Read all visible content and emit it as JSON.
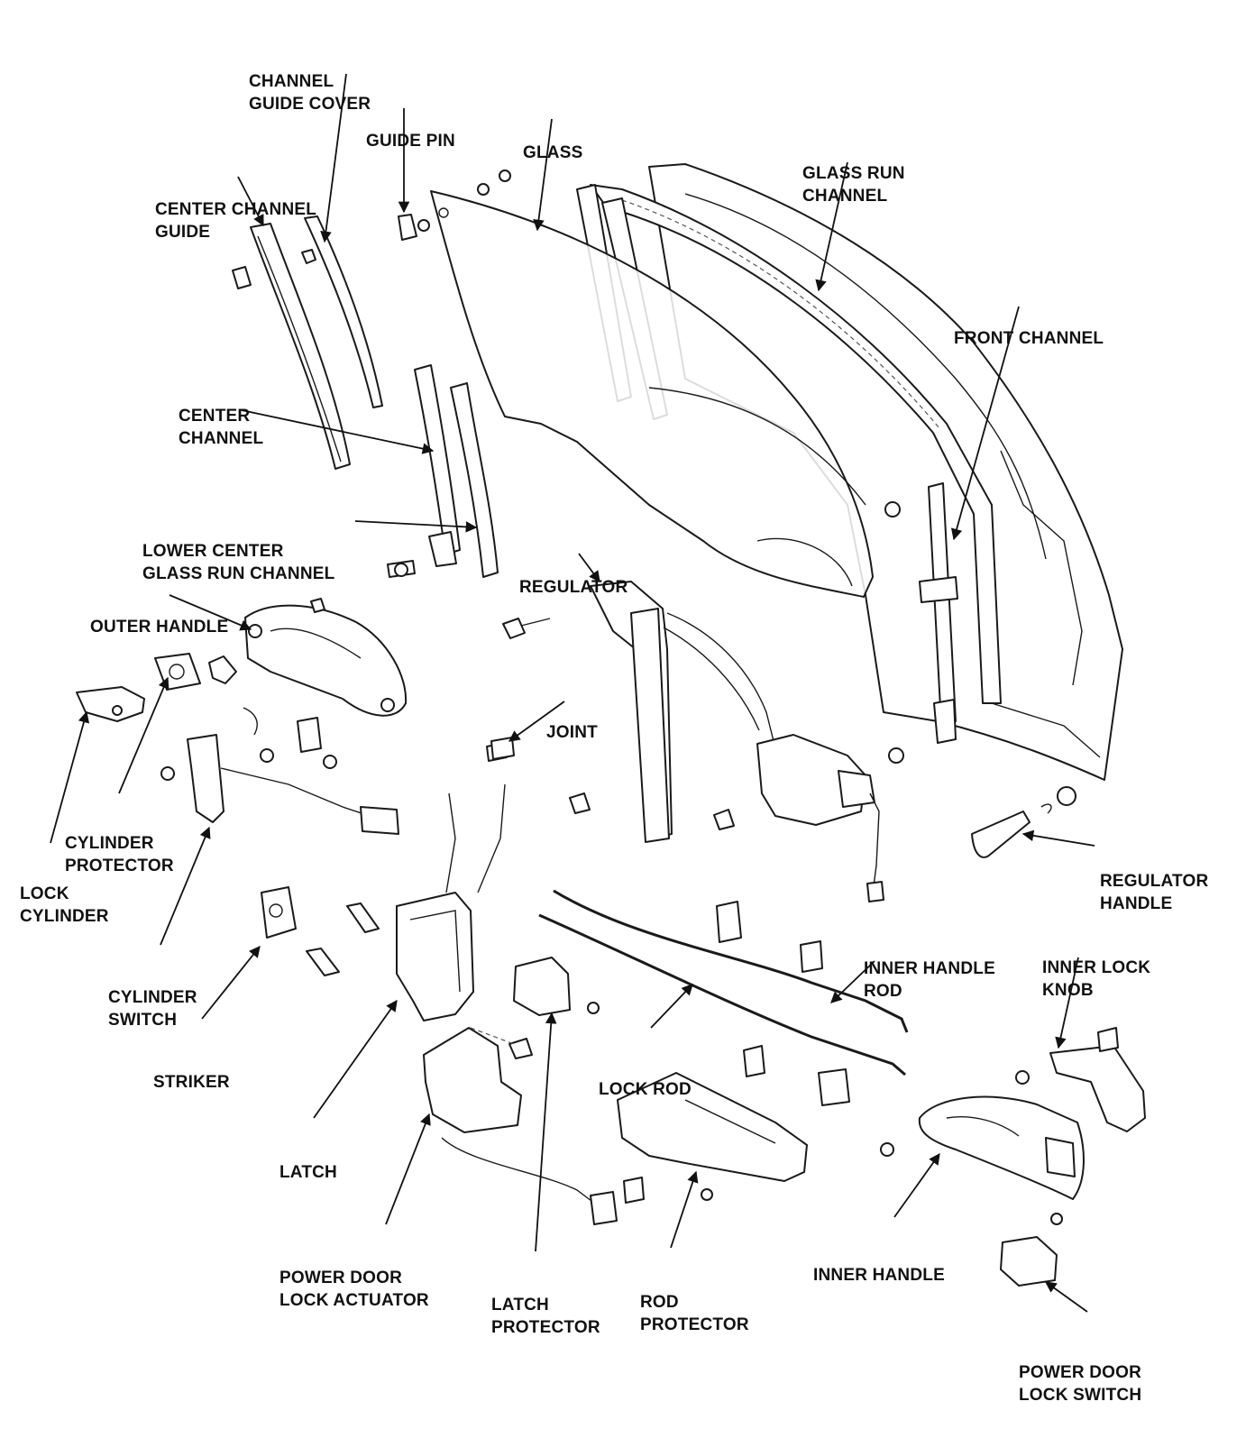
{
  "labels": {
    "channel_guide_cover": [
      "CHANNEL",
      "GUIDE COVER"
    ],
    "guide_pin": [
      "GUIDE PIN"
    ],
    "glass": [
      "GLASS"
    ],
    "glass_run_channel": [
      "GLASS RUN",
      "CHANNEL"
    ],
    "center_channel_guide": [
      "CENTER CHANNEL",
      "GUIDE"
    ],
    "front_channel": [
      "FRONT CHANNEL"
    ],
    "center_channel": [
      "CENTER",
      "CHANNEL"
    ],
    "lower_center_glass_run_channel": [
      "LOWER CENTER",
      "GLASS RUN CHANNEL"
    ],
    "regulator": [
      "REGULATOR"
    ],
    "outer_handle": [
      "OUTER HANDLE"
    ],
    "joint": [
      "JOINT"
    ],
    "cylinder_protector": [
      "CYLINDER",
      "PROTECTOR"
    ],
    "lock_cylinder": [
      "LOCK",
      "CYLINDER"
    ],
    "regulator_handle": [
      "REGULATOR",
      "HANDLE"
    ],
    "cylinder_switch": [
      "CYLINDER",
      "SWITCH"
    ],
    "inner_handle_rod": [
      "INNER HANDLE",
      "ROD"
    ],
    "inner_lock_knob": [
      "INNER LOCK",
      "KNOB"
    ],
    "striker": [
      "STRIKER"
    ],
    "lock_rod": [
      "LOCK ROD"
    ],
    "latch": [
      "LATCH"
    ],
    "inner_handle": [
      "INNER HANDLE"
    ],
    "power_door_lock_actuator": [
      "POWER DOOR",
      "LOCK ACTUATOR"
    ],
    "latch_protector": [
      "LATCH",
      "PROTECTOR"
    ],
    "rod_protector": [
      "ROD",
      "PROTECTOR"
    ],
    "power_door_lock_switch": [
      "POWER DOOR",
      "LOCK SWITCH"
    ]
  }
}
